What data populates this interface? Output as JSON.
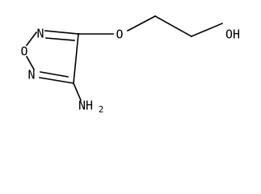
{
  "molecule": {
    "atoms": {
      "n_top": "N",
      "o_ring": "O",
      "n_bottom": "N",
      "o_ether": "O",
      "oh": "OH",
      "nh": "NH",
      "nh_sub": "2"
    }
  }
}
